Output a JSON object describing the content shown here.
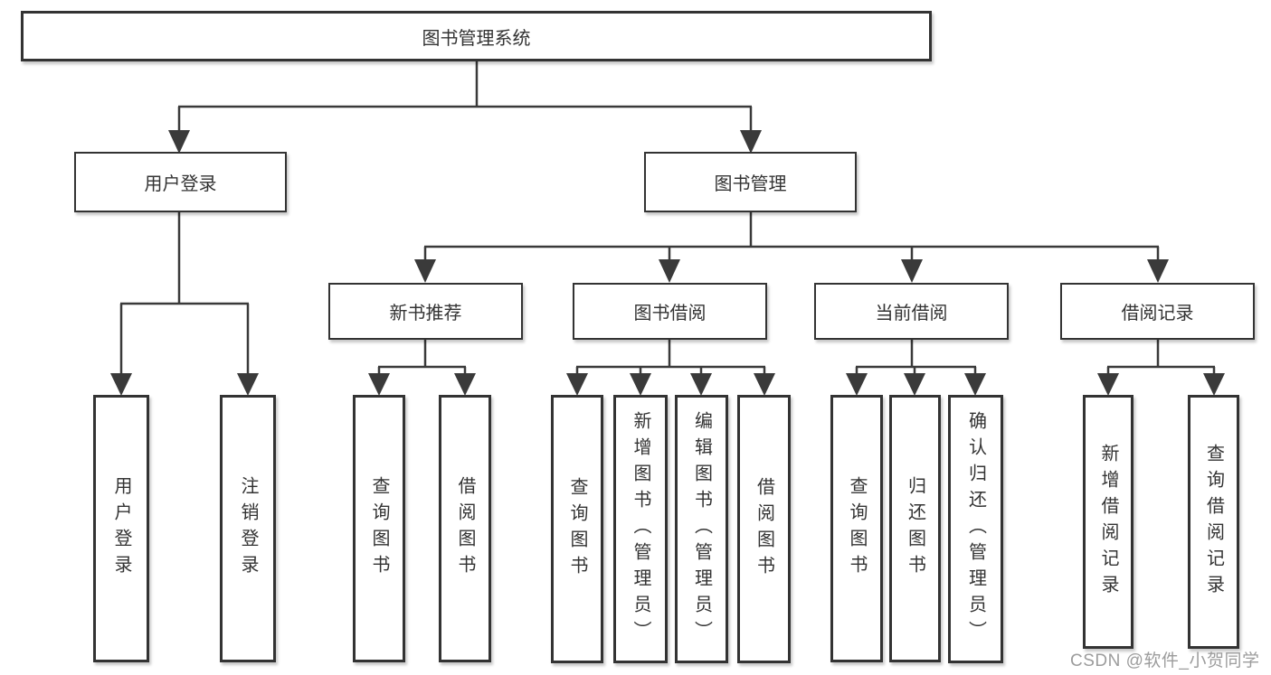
{
  "diagram": {
    "root": {
      "label": "图书管理系统"
    },
    "level2": [
      {
        "id": "user-login",
        "label": "用户登录"
      },
      {
        "id": "book-management",
        "label": "图书管理"
      }
    ],
    "level3": [
      {
        "id": "new-book-recommend",
        "label": "新书推荐",
        "parent": "图书管理"
      },
      {
        "id": "book-borrowing",
        "label": "图书借阅",
        "parent": "图书管理"
      },
      {
        "id": "current-borrowing",
        "label": "当前借阅",
        "parent": "图书管理"
      },
      {
        "id": "borrowing-records",
        "label": "借阅记录",
        "parent": "图书管理"
      }
    ],
    "leaves": [
      {
        "parent": "用户登录",
        "label": "用户登录"
      },
      {
        "parent": "用户登录",
        "label": "注销登录"
      },
      {
        "parent": "新书推荐",
        "label": "查询图书"
      },
      {
        "parent": "新书推荐",
        "label": "借阅图书"
      },
      {
        "parent": "图书借阅",
        "label": "查询图书"
      },
      {
        "parent": "图书借阅",
        "label": "新增图书（管理员）"
      },
      {
        "parent": "图书借阅",
        "label": "编辑图书（管理员）"
      },
      {
        "parent": "图书借阅",
        "label": "借阅图书"
      },
      {
        "parent": "当前借阅",
        "label": "查询图书"
      },
      {
        "parent": "当前借阅",
        "label": "归还图书"
      },
      {
        "parent": "当前借阅",
        "label": "确认归还（管理员）"
      },
      {
        "parent": "借阅记录",
        "label": "新增借阅记录"
      },
      {
        "parent": "借阅记录",
        "label": "查询借阅记录"
      }
    ]
  },
  "watermark": {
    "text": "CSDN @软件_小贺同学"
  },
  "colors": {
    "line": "#3a3a3a",
    "box_border": "#333333",
    "text": "#333333",
    "watermark": "#9c9c9c",
    "background": "#ffffff"
  }
}
